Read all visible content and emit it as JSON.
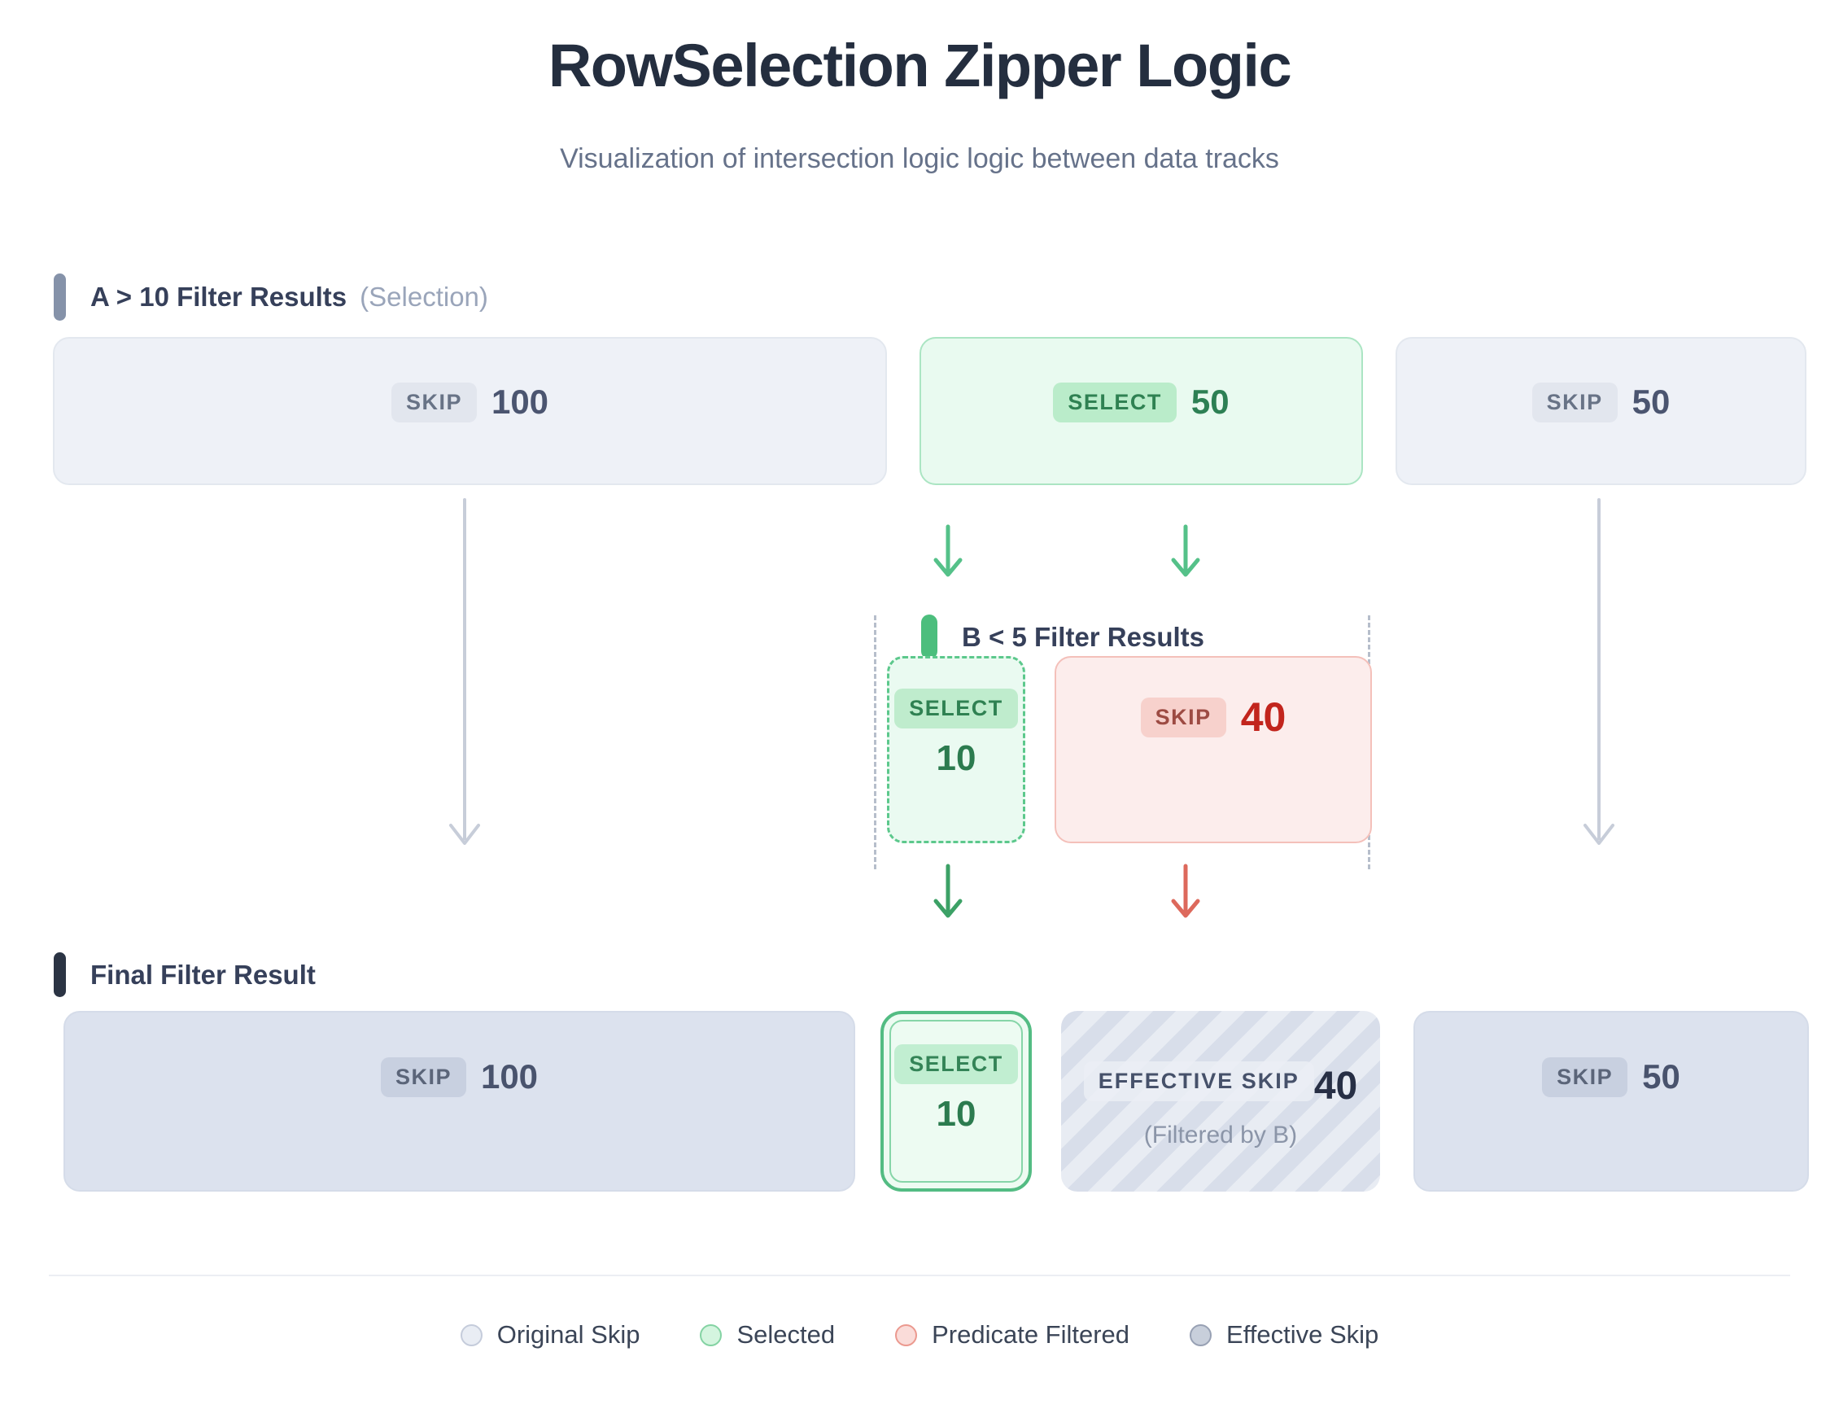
{
  "header": {
    "title": "RowSelection Zipper Logic",
    "subtitle": "Visualization of intersection logic logic between data tracks"
  },
  "track_a": {
    "label": "A > 10 Filter Results",
    "sublabel": "(Selection)",
    "boxes": [
      {
        "badge": "SKIP",
        "value": "100"
      },
      {
        "badge": "SELECT",
        "value": "50"
      },
      {
        "badge": "SKIP",
        "value": "50"
      }
    ]
  },
  "track_b": {
    "label": "B < 5 Filter Results",
    "boxes": [
      {
        "badge": "SELECT",
        "value": "10"
      },
      {
        "badge": "SKIP",
        "value": "40"
      }
    ]
  },
  "final": {
    "label": "Final Filter Result",
    "boxes": [
      {
        "badge": "SKIP",
        "value": "100"
      },
      {
        "badge": "SELECT",
        "value": "10"
      },
      {
        "badge": "EFFECTIVE SKIP",
        "value": "40",
        "note": "(Filtered by B)"
      },
      {
        "badge": "SKIP",
        "value": "50"
      }
    ]
  },
  "legend": {
    "items": [
      {
        "label": "Original Skip",
        "fill": "#e9edf4",
        "border": "#c5ccdb"
      },
      {
        "label": "Selected",
        "fill": "#d4f5df",
        "border": "#84d3a3"
      },
      {
        "label": "Predicate Filtered",
        "fill": "#fadcd9",
        "border": "#eb998f"
      },
      {
        "label": "Effective Skip",
        "fill": "#c8cfdb",
        "border": "#98a1b4"
      }
    ]
  },
  "palette": {
    "title_text": "#242e3f",
    "subtitle_text": "#66728a",
    "skip_fill": "#eef1f7",
    "skip_final_fill": "#dce2ee",
    "select_fill": "#e9faf0",
    "select_border": "#53bc83",
    "predicate_fill": "#fcedec",
    "predicate_number": "#c2251d",
    "green_arrow": "#55c189",
    "red_arrow": "#dd695c",
    "gray_arrow": "#c7cdd9"
  }
}
